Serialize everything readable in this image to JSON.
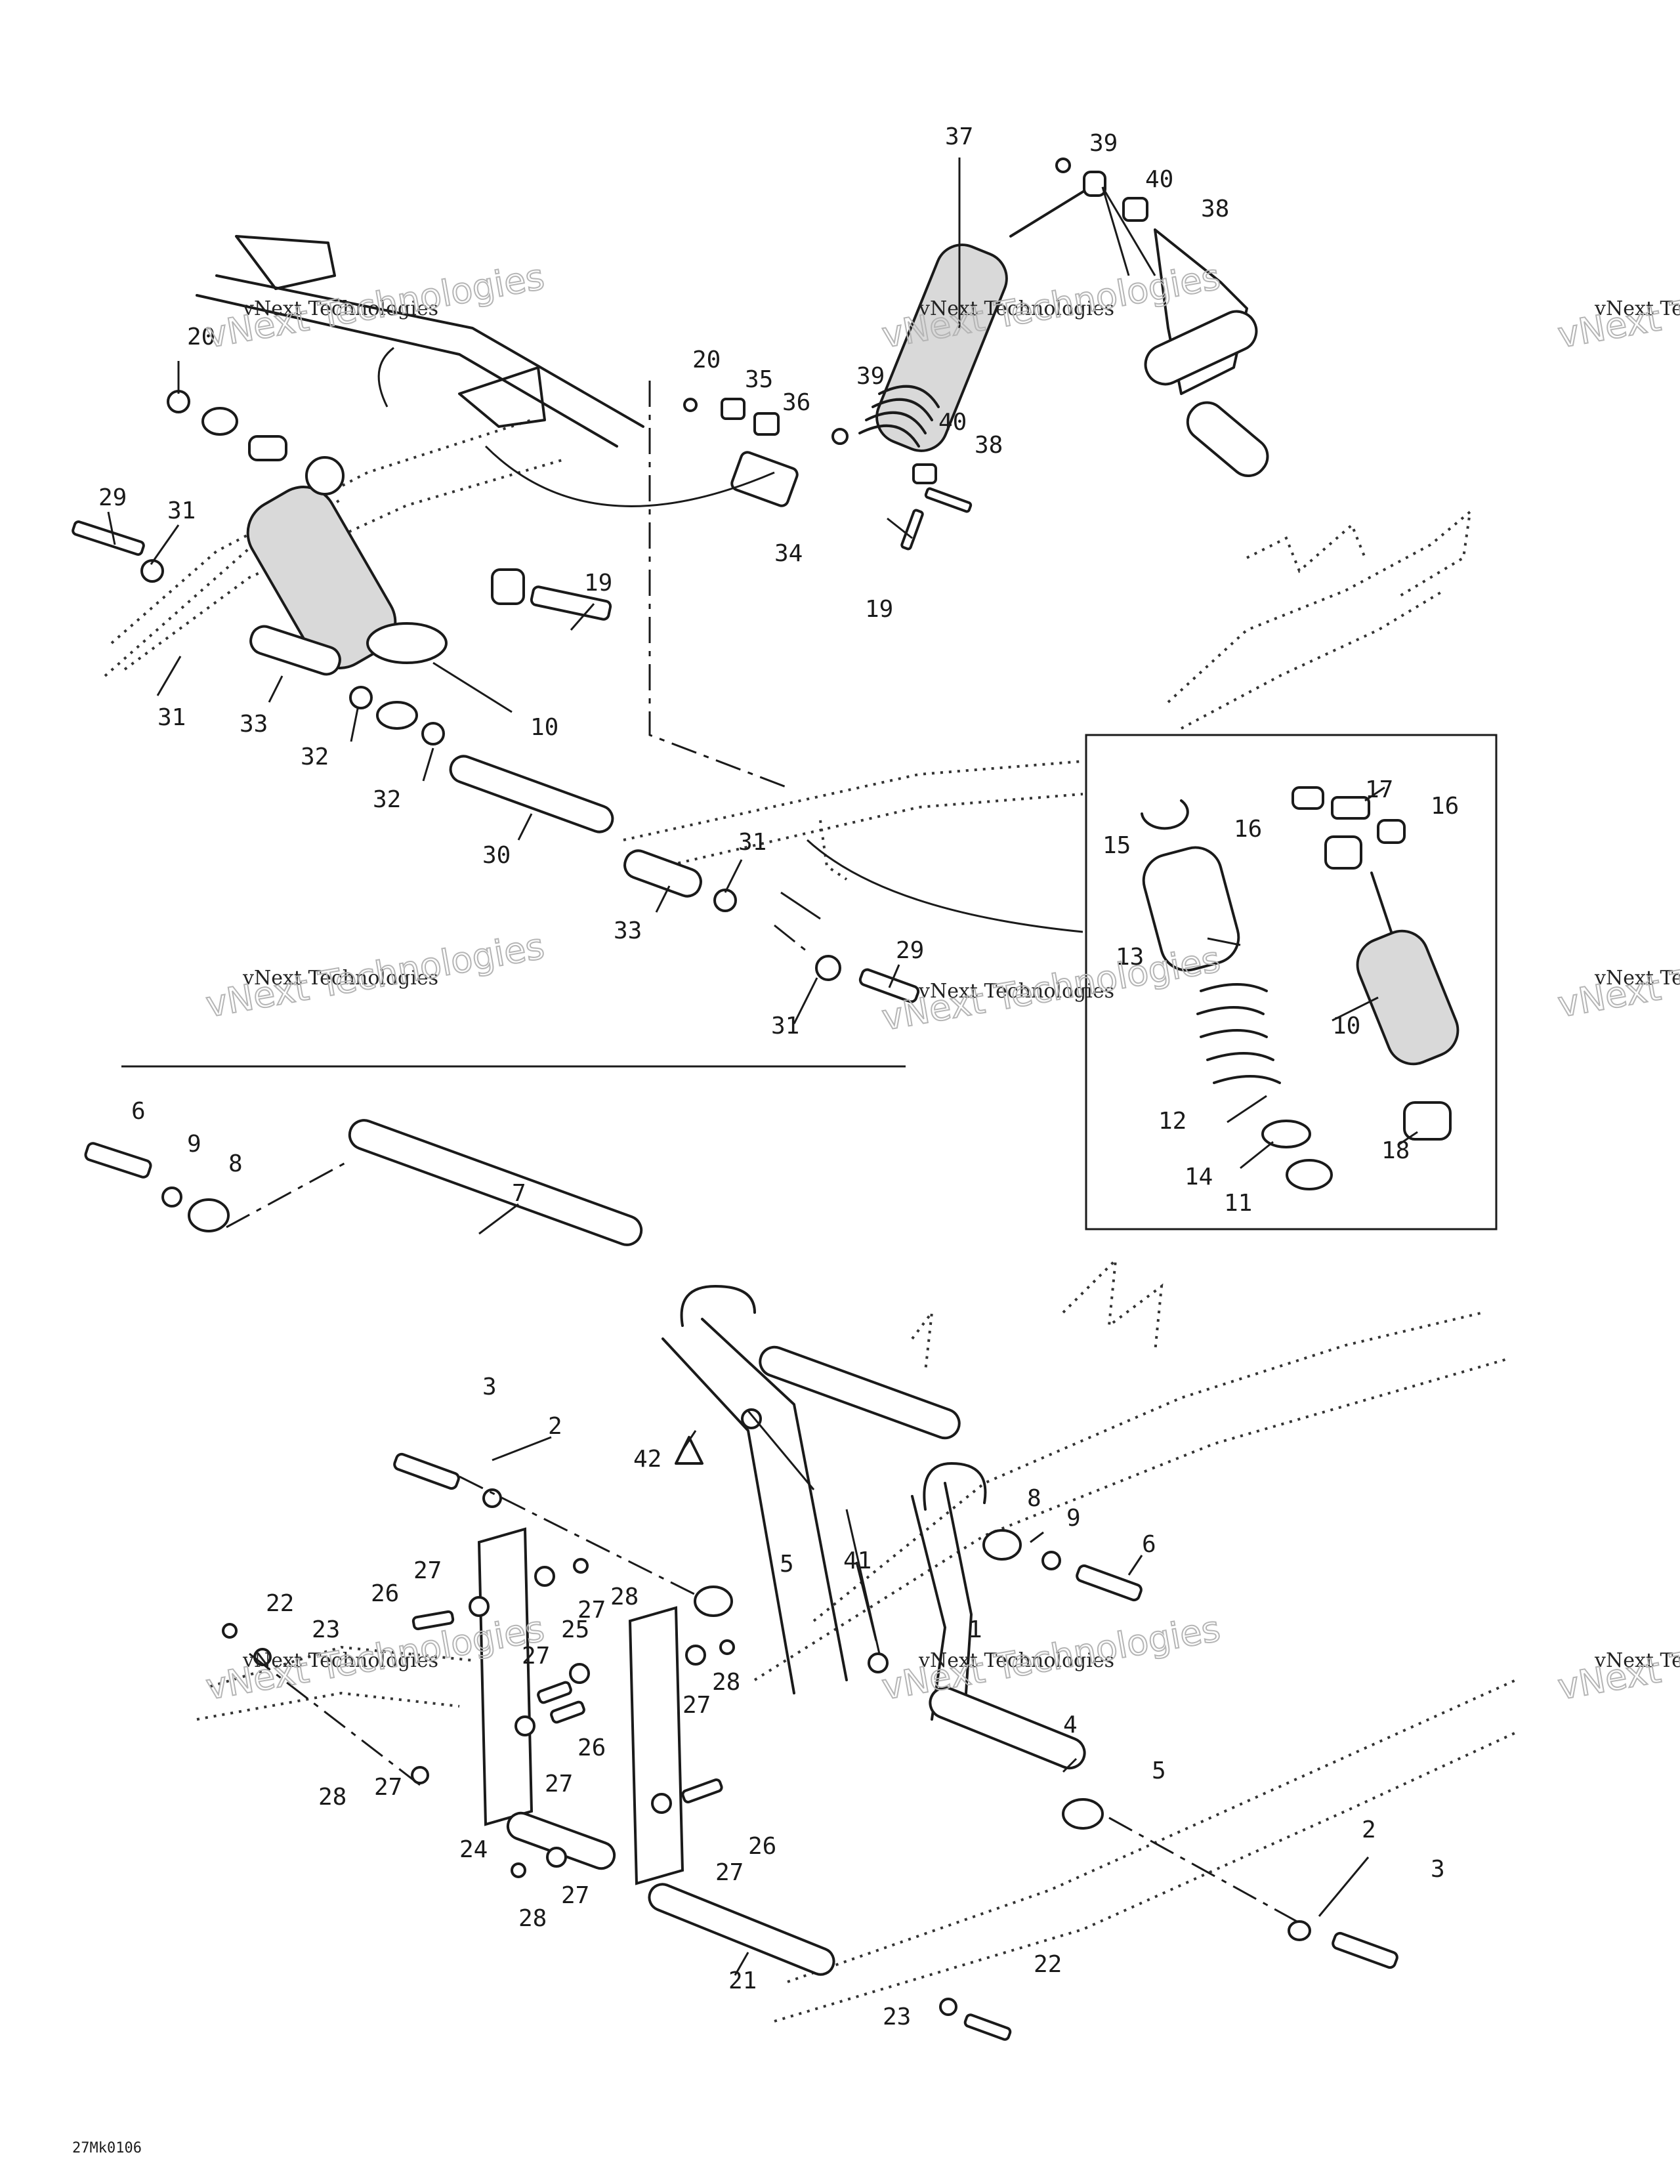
{
  "diagram": {
    "drawing_code": "27Mk0106",
    "watermark": {
      "line1": "vNext Technologies",
      "line2": "vNext Technologies"
    },
    "callouts": [
      {
        "label": "37"
      },
      {
        "label": "39"
      },
      {
        "label": "40"
      },
      {
        "label": "38"
      },
      {
        "label": "20"
      },
      {
        "label": "35"
      },
      {
        "label": "36"
      },
      {
        "label": "39"
      },
      {
        "label": "40"
      },
      {
        "label": "38"
      },
      {
        "label": "34"
      },
      {
        "label": "19"
      },
      {
        "label": "20"
      },
      {
        "label": "29"
      },
      {
        "label": "31"
      },
      {
        "label": "19"
      },
      {
        "label": "31"
      },
      {
        "label": "33"
      },
      {
        "label": "10"
      },
      {
        "label": "32"
      },
      {
        "label": "32"
      },
      {
        "label": "30"
      },
      {
        "label": "31"
      },
      {
        "label": "33"
      },
      {
        "label": "29"
      },
      {
        "label": "31"
      },
      {
        "label": "15"
      },
      {
        "label": "16"
      },
      {
        "label": "17"
      },
      {
        "label": "16"
      },
      {
        "label": "13"
      },
      {
        "label": "10"
      },
      {
        "label": "12"
      },
      {
        "label": "18"
      },
      {
        "label": "14"
      },
      {
        "label": "11"
      },
      {
        "label": "6"
      },
      {
        "label": "9"
      },
      {
        "label": "8"
      },
      {
        "label": "7"
      },
      {
        "label": "3"
      },
      {
        "label": "2"
      },
      {
        "label": "42"
      },
      {
        "label": "8"
      },
      {
        "label": "9"
      },
      {
        "label": "6"
      },
      {
        "label": "5"
      },
      {
        "label": "41"
      },
      {
        "label": "27"
      },
      {
        "label": "26"
      },
      {
        "label": "28"
      },
      {
        "label": "27"
      },
      {
        "label": "22"
      },
      {
        "label": "23"
      },
      {
        "label": "25"
      },
      {
        "label": "1"
      },
      {
        "label": "27"
      },
      {
        "label": "28"
      },
      {
        "label": "27"
      },
      {
        "label": "26"
      },
      {
        "label": "27"
      },
      {
        "label": "4"
      },
      {
        "label": "28"
      },
      {
        "label": "27"
      },
      {
        "label": "5"
      },
      {
        "label": "24"
      },
      {
        "label": "26"
      },
      {
        "label": "27"
      },
      {
        "label": "27"
      },
      {
        "label": "28"
      },
      {
        "label": "2"
      },
      {
        "label": "3"
      },
      {
        "label": "21"
      },
      {
        "label": "22"
      },
      {
        "label": "23"
      }
    ]
  }
}
